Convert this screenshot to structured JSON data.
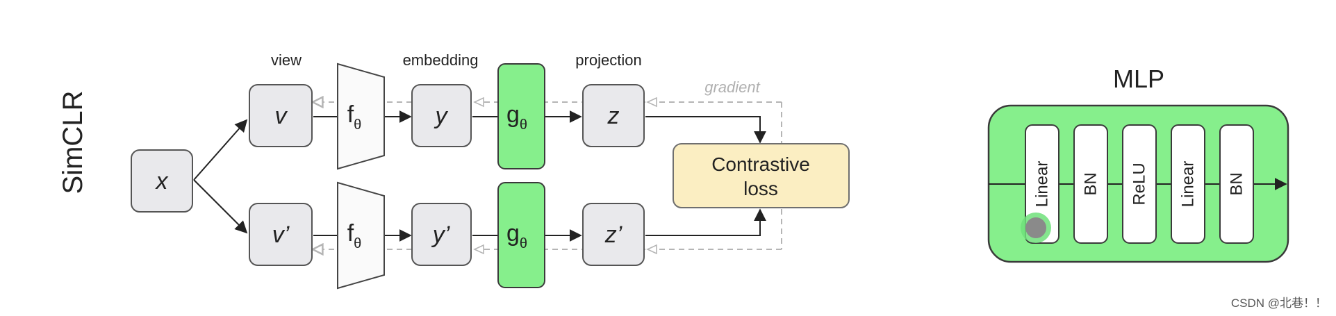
{
  "simclr": {
    "title": "SimCLR",
    "headers": {
      "view": "view",
      "embedding": "embedding",
      "projection": "projection",
      "gradient": "gradient"
    },
    "nodes": {
      "input": "x",
      "view_top": "v",
      "view_bottom": "v’",
      "emb_top": "y",
      "emb_bottom": "y’",
      "proj_top": "z",
      "proj_bottom": "z’"
    },
    "encoder": {
      "base": "f",
      "sub": "θ"
    },
    "projector": {
      "base": "g",
      "sub": "θ"
    },
    "loss": {
      "line1": "Contrastive",
      "line2": "loss"
    }
  },
  "mlp": {
    "title": "MLP",
    "layers": [
      "Linear",
      "BN",
      "ReLU",
      "Linear",
      "BN"
    ]
  },
  "watermark": "CSDN @北巷！！",
  "colors": {
    "node_fill": "#e9e9ec",
    "node_stroke": "#555555",
    "green": "#86ef8c",
    "green_stroke": "#3a3a3a",
    "loss_fill": "#fbeec2",
    "loss_stroke": "#6f6f6f",
    "gradient": "#b5b5b5",
    "text": "#222222"
  }
}
